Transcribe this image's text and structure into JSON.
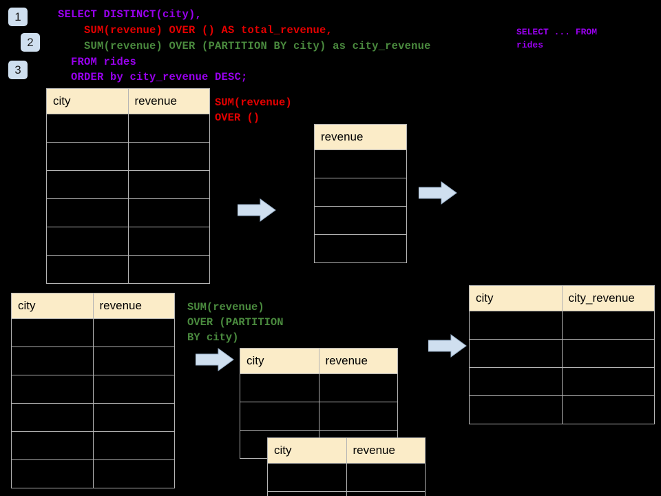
{
  "theme": {
    "background": "#000000",
    "header_fill": "#fbecc8",
    "grid_line": "#b4b4b4",
    "badge_fill": "#cfdfef",
    "arrow_fill": "#cfdfef",
    "arrow_stroke": "#9bb3cc",
    "keyword_purple": "#9900ee",
    "total_red": "#e50000",
    "partition_green": "#4a8a3e"
  },
  "steps": [
    {
      "number": "1"
    },
    {
      "number": "2"
    },
    {
      "number": "3"
    }
  ],
  "query": {
    "lines": [
      {
        "text": "SELECT DISTINCT(city),",
        "color": "purple"
      },
      {
        "text": "    SUM(revenue) OVER () AS total_revenue,",
        "color": "red"
      },
      {
        "text": "    SUM(revenue) OVER (PARTITION BY city) as city_revenue",
        "color": "green"
      },
      {
        "text": "  FROM rides",
        "color": "purple"
      },
      {
        "text": "  ORDER by city_revenue DESC;",
        "color": "purple"
      }
    ]
  },
  "annotations": {
    "source_scan": {
      "text": "SELECT ... FROM\nrides",
      "color": "purple"
    },
    "total_window": {
      "text": "SUM(revenue)\nOVER ()",
      "color": "red"
    },
    "partition_window": {
      "text": "SUM(revenue)\nOVER (PARTITION\nBY city)",
      "color": "green"
    }
  },
  "tables": {
    "source_rides": {
      "label": "source-rides-table",
      "columns": [
        "city",
        "revenue"
      ],
      "row_count": 6,
      "rows": [
        [
          "",
          ""
        ],
        [
          "",
          ""
        ],
        [
          "",
          ""
        ],
        [
          "",
          ""
        ],
        [
          "",
          ""
        ],
        [
          "",
          ""
        ]
      ]
    },
    "total_revenue": {
      "label": "total-revenue-table",
      "columns": [
        "revenue"
      ],
      "row_count": 4,
      "rows": [
        [
          ""
        ],
        [
          ""
        ],
        [
          ""
        ],
        [
          ""
        ]
      ]
    },
    "partition_source": {
      "label": "partition-source-table",
      "columns": [
        "city",
        "revenue"
      ],
      "row_count": 6,
      "rows": [
        [
          "",
          ""
        ],
        [
          "",
          ""
        ],
        [
          "",
          ""
        ],
        [
          "",
          ""
        ],
        [
          "",
          ""
        ],
        [
          "",
          ""
        ]
      ]
    },
    "partition_group_a": {
      "label": "partition-group-a-table",
      "columns": [
        "city",
        "revenue"
      ],
      "row_count": 3,
      "rows": [
        [
          "",
          ""
        ],
        [
          "",
          ""
        ],
        [
          "",
          ""
        ]
      ]
    },
    "partition_group_b": {
      "label": "partition-group-b-table",
      "columns": [
        "city",
        "revenue"
      ],
      "row_count": 2,
      "rows": [
        [
          "",
          ""
        ],
        [
          "",
          ""
        ]
      ]
    },
    "result": {
      "label": "result-city-revenue-table",
      "columns": [
        "city",
        "city_revenue"
      ],
      "row_count": 4,
      "rows": [
        [
          "",
          ""
        ],
        [
          "",
          ""
        ],
        [
          "",
          ""
        ],
        [
          "",
          ""
        ]
      ]
    }
  },
  "arrows": [
    {
      "name": "arrow-source-to-total"
    },
    {
      "name": "arrow-total-to-result"
    },
    {
      "name": "arrow-partition-to-groups"
    },
    {
      "name": "arrow-groups-to-result"
    }
  ]
}
